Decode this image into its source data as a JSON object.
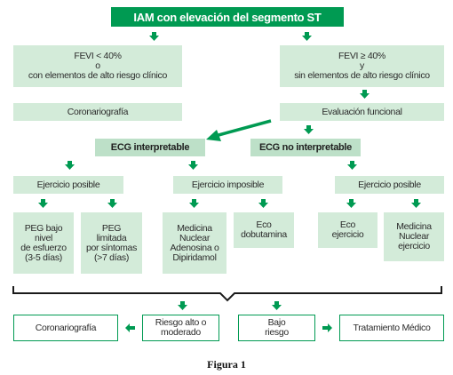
{
  "title": "IAM con elevación del segmento ST",
  "left_branch": {
    "line1": "FEVI < 40%",
    "line2": "o",
    "line3": "con elementos de alto riesgo clínico",
    "next": "Coronariografía"
  },
  "right_branch": {
    "line1": "FEVI ≥ 40%",
    "line2": "y",
    "line3": "sin elementos de alto riesgo clínico",
    "next": "Evaluación funcional"
  },
  "ecg": {
    "interpretable": "ECG interpretable",
    "no_interpretable": "ECG no interpretable"
  },
  "exercise": {
    "left": "Ejercicio posible",
    "middle": "Ejercicio imposible",
    "right": "Ejercicio posible"
  },
  "tests": {
    "peg_esfuerzo": [
      "PEG bajo",
      "nivel",
      "de esfuerzo",
      "(3-5 días)"
    ],
    "peg_limitada": [
      "PEG",
      "limitada",
      "por síntomas",
      "(>7 días)"
    ],
    "medicina_adenosina": [
      "Medicina",
      "Nuclear",
      "Adenosina o",
      "Dipiridamol"
    ],
    "eco_dobutamina": [
      "Eco",
      "dobutamina"
    ],
    "eco_ejercicio": [
      "Eco",
      "ejercicio"
    ],
    "medicina_ejercicio": [
      "Medicina",
      "Nuclear",
      "ejercicio"
    ]
  },
  "outcomes": {
    "coronariografia": "Coronariografía",
    "riesgo_alto": [
      "Riesgo alto o",
      "moderado"
    ],
    "bajo_riesgo": [
      "Bajo",
      "riesgo"
    ],
    "tratamiento": "Tratamiento Médico"
  },
  "caption": "Figura 1",
  "colors": {
    "primary_green": "#009a52",
    "light_green": "#d3ebd9",
    "medium_green": "#bde0c8"
  }
}
